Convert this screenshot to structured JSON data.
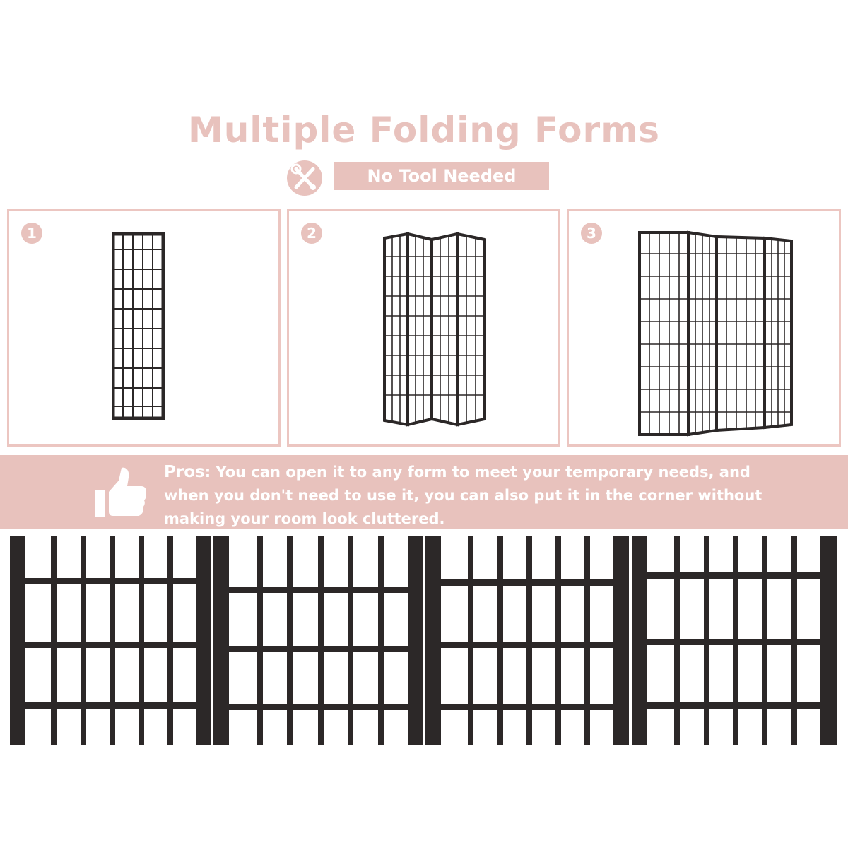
{
  "header": {
    "title": "Multiple Folding Forms",
    "badge": "No Tool Needed",
    "tool_icon": "no-tools-icon"
  },
  "forms": [
    {
      "number": "1",
      "panels_visible": 1
    },
    {
      "number": "2",
      "panels_visible": 4
    },
    {
      "number": "3",
      "panels_visible": 4
    }
  ],
  "pros": {
    "label": "Pros",
    "text": ": You can open it to any form to meet your temporary needs, and when you don't need to use it, you can also put it in the corner without making your room look cluttered.",
    "icon": "thumbs-up-icon"
  },
  "colors": {
    "accent": "#e8c2bd",
    "frame": "#2b2727",
    "paper": "#ffffff"
  }
}
